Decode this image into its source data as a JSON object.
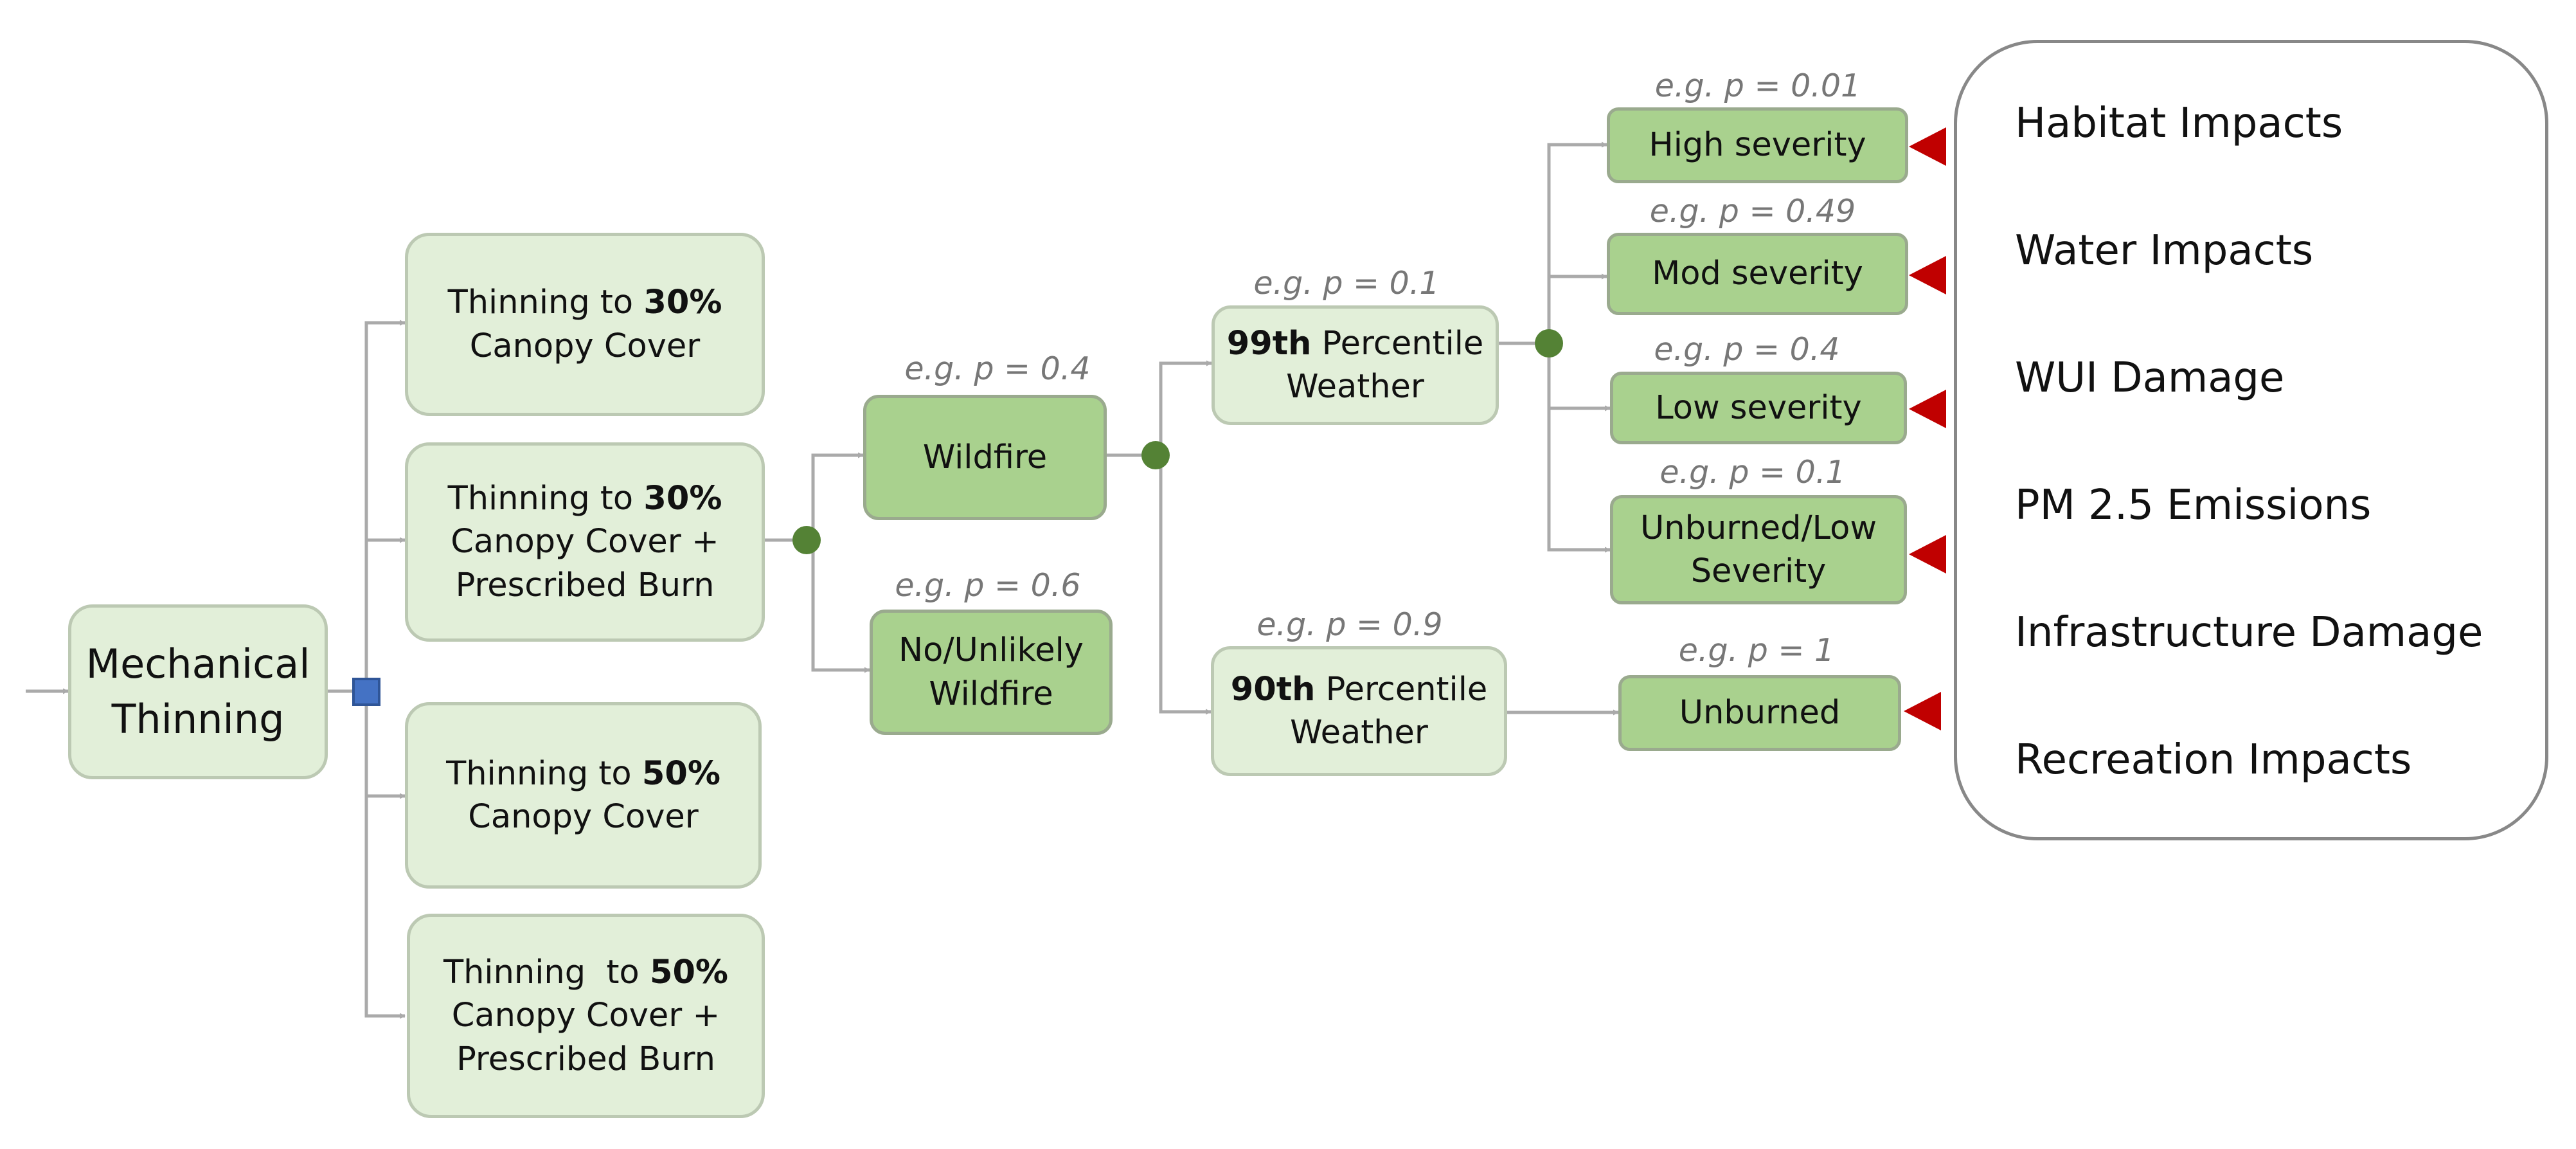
{
  "root": {
    "label": "Mechanical Thinning"
  },
  "treatments": [
    {
      "pre": "Thinning to ",
      "strong": "30%",
      "post": "Canopy Cover"
    },
    {
      "pre": "Thinning to ",
      "strong": "30%",
      "post": "Canopy Cover + Prescribed Burn"
    },
    {
      "pre": "Thinning to ",
      "strong": "50%",
      "post": "Canopy Cover"
    },
    {
      "pre": "Thinning  to ",
      "strong": "50%",
      "post": "Canopy Cover + Prescribed Burn"
    }
  ],
  "fire_events": [
    {
      "label": "Wildfire",
      "prob": "e.g. p = 0.4"
    },
    {
      "label": "No/Unlikely Wildfire",
      "prob": "e.g. p = 0.6"
    }
  ],
  "weather": [
    {
      "strong": "99th",
      "post": " Percentile Weather",
      "prob": "e.g. p = 0.1"
    },
    {
      "strong": "90th",
      "post": " Percentile Weather",
      "prob": "e.g. p = 0.9"
    }
  ],
  "severities": [
    {
      "label": "High severity",
      "prob": "e.g. p = 0.01"
    },
    {
      "label": "Mod severity",
      "prob": "e.g. p = 0.49"
    },
    {
      "label": "Low severity",
      "prob": "e.g. p = 0.4"
    },
    {
      "label": "Unburned/Low Severity",
      "prob": "e.g. p = 0.1"
    },
    {
      "label": "Unburned",
      "prob": "e.g. p = 1"
    }
  ],
  "outcomes": [
    "Habitat Impacts",
    "Water Impacts",
    "WUI Damage",
    "PM 2.5 Emissions",
    "Infrastructure Damage",
    "Recreation Impacts"
  ],
  "colors": {
    "light_node": "#e2efd9",
    "mid_node": "#a9d18e",
    "connector": "#aaaaaa",
    "chance_node": "#548235",
    "decision_node": "#4472c4",
    "terminal_marker": "#c00000"
  }
}
